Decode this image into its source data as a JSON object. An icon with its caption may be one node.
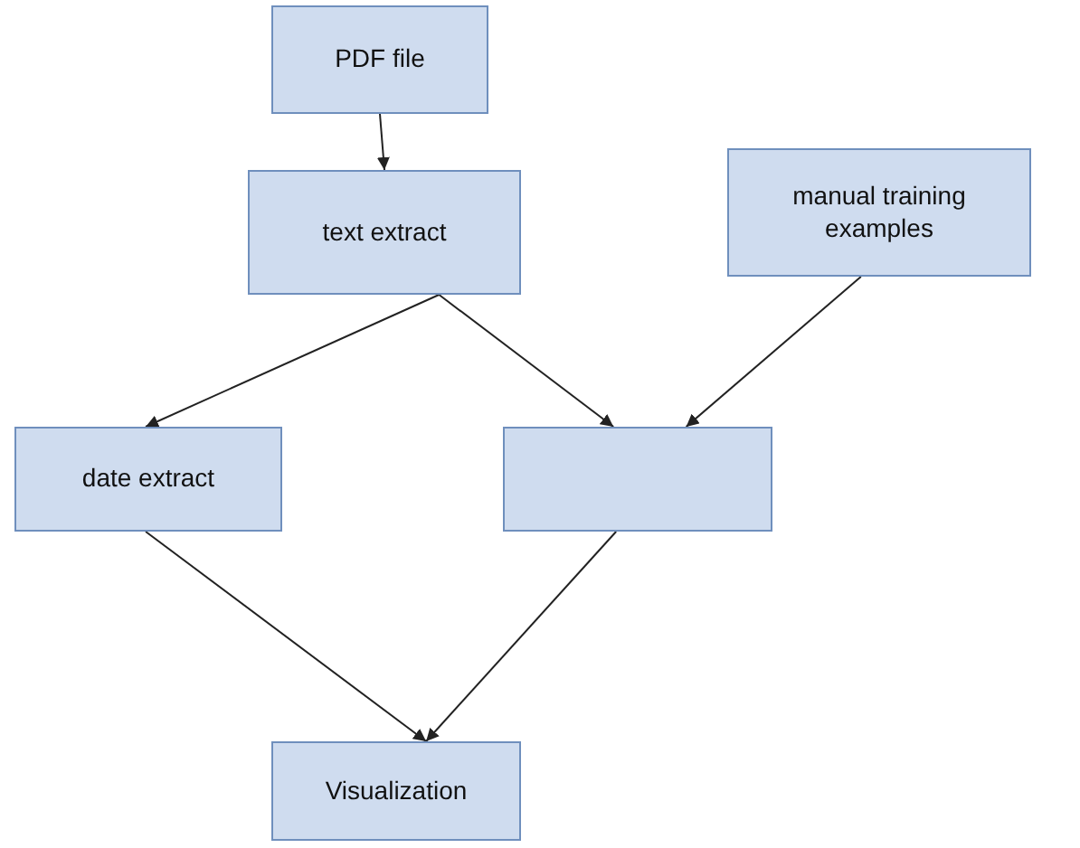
{
  "diagram": {
    "nodes": [
      {
        "text": [
          "PDF file"
        ]
      },
      {
        "text": [
          "text extract"
        ]
      },
      {
        "text": [
          "manual training examples"
        ]
      },
      {
        "text": [
          "date extract"
        ]
      },
      {
        "text": [],
        "shape": "box"
      },
      {
        "text": [
          "Visualization"
        ]
      }
    ],
    "edges": [
      {
        "from": 0,
        "to": 1,
        "arrow": "to"
      },
      {
        "from": 1,
        "to": 3,
        "arrow": "to"
      },
      {
        "from": 1,
        "to": 4,
        "arrow": "to"
      },
      {
        "from": 2,
        "to": 4,
        "arrow": "to"
      },
      {
        "from": 3,
        "to": 5,
        "arrow": "to"
      },
      {
        "from": 4,
        "to": 5,
        "arrow": "to"
      }
    ]
  }
}
